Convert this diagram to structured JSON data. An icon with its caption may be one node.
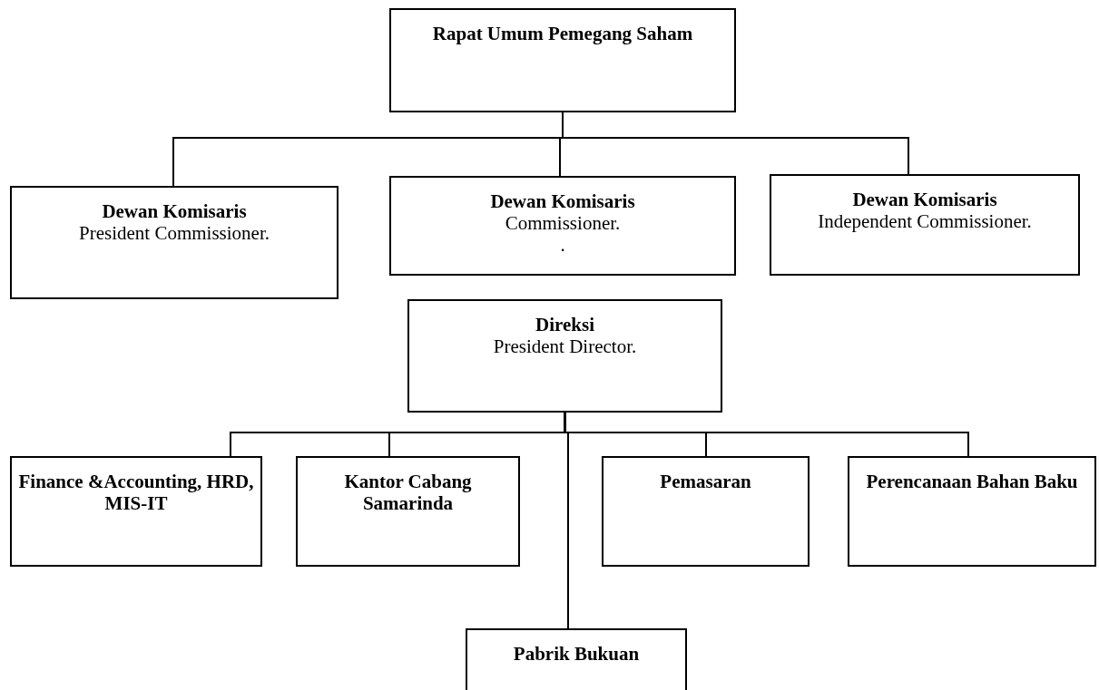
{
  "diagram": {
    "nodes": [
      {
        "text": [
          "Rapat Umum Pemegang Saham"
        ]
      },
      {
        "text": [
          "Dewan Komisaris",
          "President Commissioner."
        ]
      },
      {
        "text": [
          "Dewan Komisaris",
          "Commissioner.",
          "."
        ]
      },
      {
        "text": [
          "Dewan Komisaris",
          "Independent Commissioner."
        ]
      },
      {
        "text": [
          "Direksi",
          "President Director."
        ]
      },
      {
        "text": [
          "Finance &Accounting, HRD, MIS-IT"
        ]
      },
      {
        "text": [
          "Kantor Cabang Samarinda"
        ]
      },
      {
        "text": [
          "Pemasaran"
        ]
      },
      {
        "text": [
          "Perencanaan Bahan Baku"
        ]
      },
      {
        "text": [
          "Pabrik Bukuan"
        ]
      }
    ],
    "edges": [
      {
        "from": 0,
        "to": 1,
        "arrow": "none"
      },
      {
        "from": 0,
        "to": 2,
        "arrow": "none"
      },
      {
        "from": 0,
        "to": 3,
        "arrow": "none"
      },
      {
        "from": 4,
        "to": 5,
        "arrow": "none"
      },
      {
        "from": 4,
        "to": 6,
        "arrow": "none"
      },
      {
        "from": 4,
        "to": 7,
        "arrow": "none"
      },
      {
        "from": 4,
        "to": 8,
        "arrow": "none"
      },
      {
        "from": 4,
        "to": 9,
        "arrow": "none"
      }
    ]
  }
}
